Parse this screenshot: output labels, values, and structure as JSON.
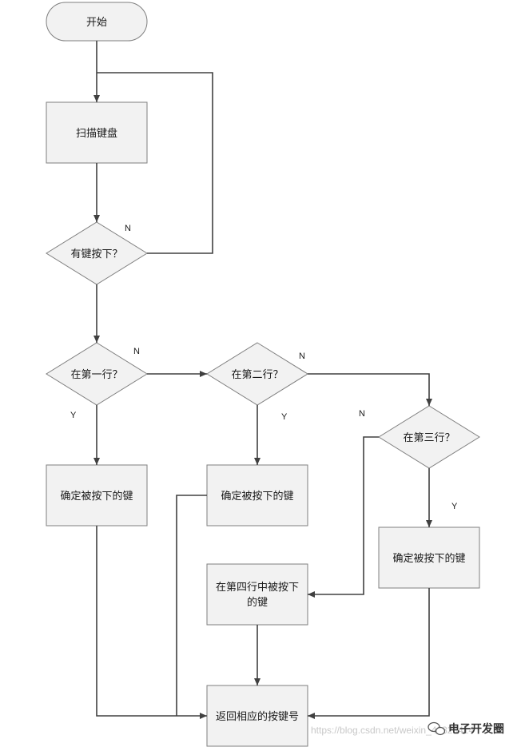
{
  "nodes": {
    "start": "开始",
    "scan": "扫描键盘",
    "key_pressed": "有键按下？",
    "row1": "在第一行？",
    "row2": "在第二行？",
    "row3": "在第三行？",
    "confirm1": "确定被按下的键",
    "confirm2": "确定被按下的键",
    "confirm3": "确定被按下的键",
    "row4_line1": "在第四行中被按下",
    "row4_line2": "的键",
    "return": "返回相应的按键号"
  },
  "edge_labels": {
    "key_n": "N",
    "row1_n": "N",
    "row1_y": "Y",
    "row2_n": "N",
    "row2_y": "Y",
    "row3_n": "N",
    "row3_y": "Y"
  },
  "watermark": {
    "url": "https://blog.csdn.net/weixin_42326414",
    "brand": "电子开发圈"
  }
}
